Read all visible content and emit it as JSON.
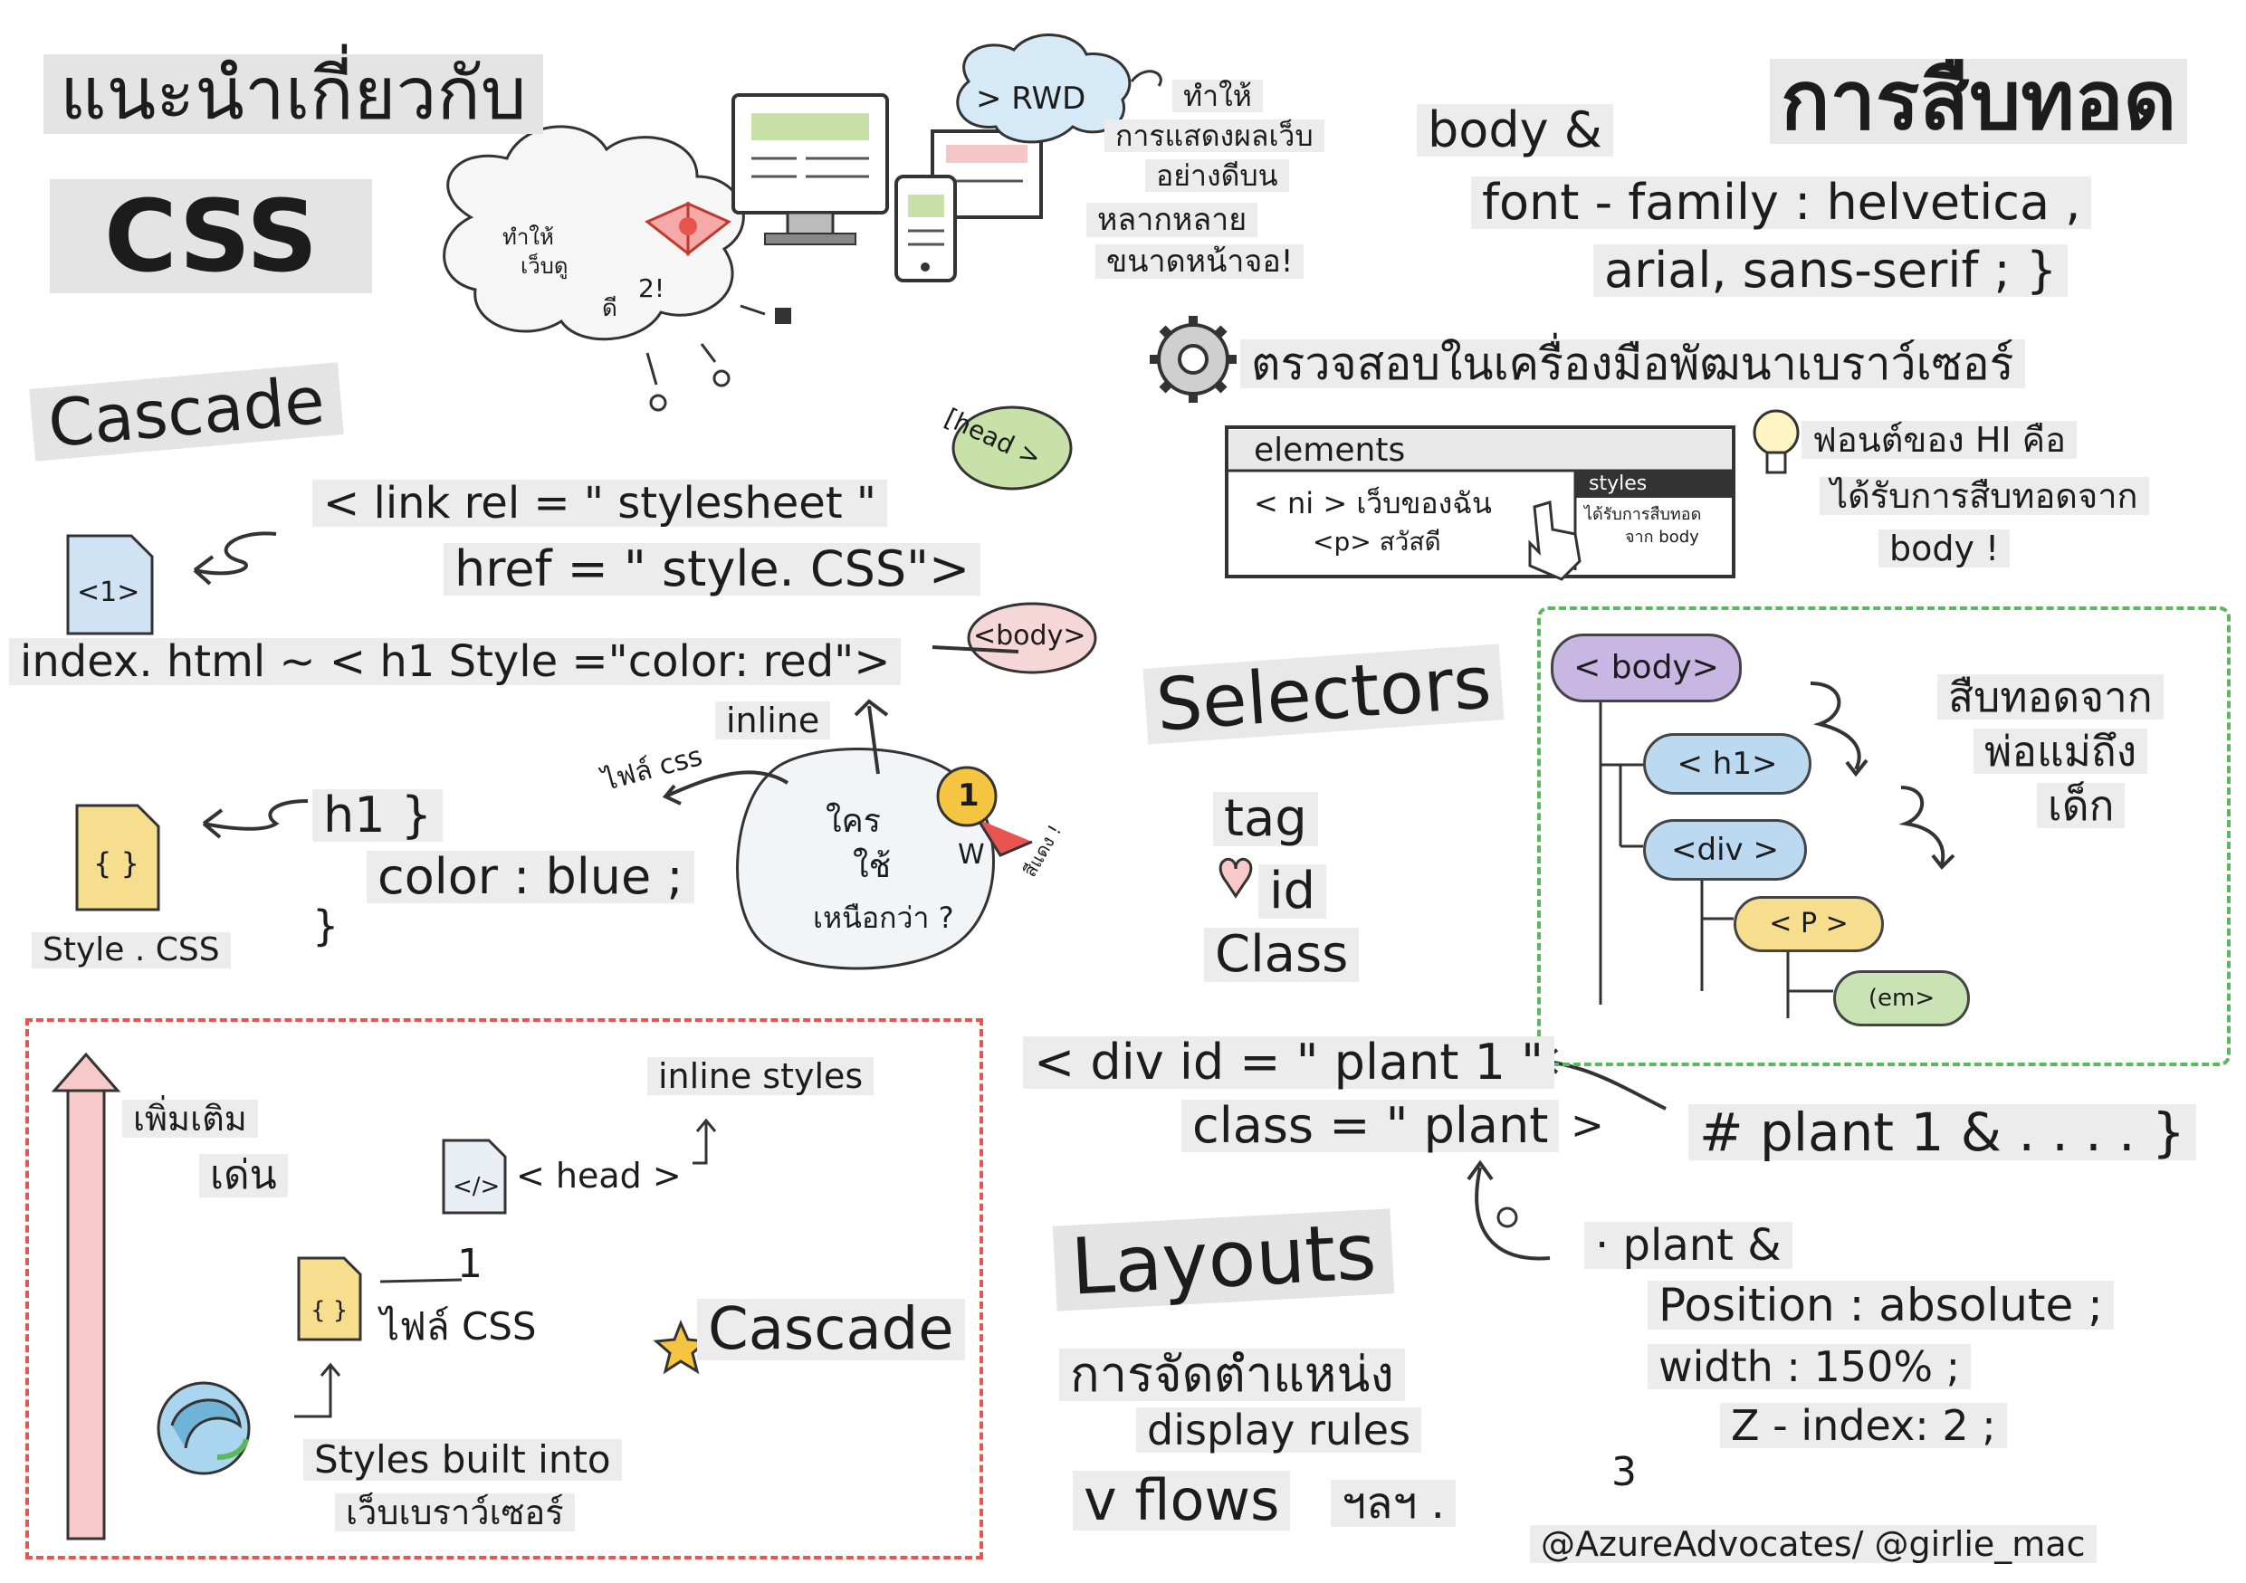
{
  "title": {
    "line1": "แนะนำเกี่ยวกับ",
    "line2": "CSS"
  },
  "rwd": {
    "tag": "> RWD",
    "caption": [
      "ทำให้",
      "การแสดงผลเว็บ",
      "อย่างดีบน",
      "หลากหลาย",
      "ขนาดหน้าจอ!"
    ]
  },
  "cloud": {
    "lines": [
      "ทำให้",
      "เว็บดู",
      "ดี",
      "2!"
    ]
  },
  "inherit": {
    "title": "การสืบทอด",
    "code": [
      "body &",
      "font - family : helvetica ,",
      "arial, sans-serif ; }"
    ],
    "devtools_heading": "ตรวจสอบในเครื่องมือพัฒนาเบราว์เซอร์",
    "devtools": {
      "elements_label": "elements",
      "row1": "< ni > เว็บของฉัน",
      "row2": "<p> สวัสดี",
      "styles_label": "styles",
      "styles_note1": "ได้รับการสืบทอด",
      "styles_note2": "จาก body"
    },
    "note": [
      "ฟอนต์ของ HI คือ",
      "ได้รับการสืบทอดจาก",
      "body !"
    ]
  },
  "cascade": {
    "heading": "Cascade",
    "head_bubble": "[head >",
    "link_line1": "< link rel = \" stylesheet \"",
    "link_line2": "href = \" style. CSS\">",
    "file1_label": "<1>",
    "index_line": "index. html ~ < h1 Style =\"color: red\">",
    "body_bubble": "<body>",
    "inline_label": "inline",
    "css_file_label": "ไฟล์ css",
    "who_wins": [
      "ใคร",
      "ใช้",
      "เหนือกว่า ?"
    ],
    "medal": "1",
    "winner_mark": "W",
    "red_note": "สีแดง !",
    "style_code": [
      "h1 }",
      "color : blue ;",
      "}"
    ],
    "style_file_icon": "{ }",
    "style_file_name": "Style . CSS"
  },
  "priority": {
    "arrow_label": [
      "เพิ่มเติม",
      "เด่น"
    ],
    "inline_styles": "inline styles",
    "head_label": "< head >",
    "head_icon": "</>",
    "number": "1",
    "css_file_icon": "{ }",
    "css_file_label": "ไฟล์ CSS",
    "cascade_label": "Cascade",
    "builtin_line1": "Styles built into",
    "builtin_line2": "เว็บเบราว์เซอร์"
  },
  "selectors": {
    "heading": "Selectors",
    "list": [
      "tag",
      "id",
      "Class"
    ],
    "tree": [
      "< body>",
      "< h1>",
      "<div >",
      "< P >",
      "(em>"
    ],
    "tree_note": [
      "สืบทอดจาก",
      "พ่อแม่ถึง",
      "เด็ก"
    ],
    "div_line1": "< div id = \" plant 1 \"",
    "div_line2": "class = \" plant",
    "div_close": ">",
    "id_rule": "# plant 1 & . . . . }",
    "class_rule": [
      "· plant &",
      "Position : absolute ;",
      "width : 150% ;",
      "Z - index: 2 ;",
      "3"
    ]
  },
  "layouts": {
    "heading": "Layouts",
    "items": [
      "การจัดตำแหน่ง",
      "display rules",
      "v flows",
      "ฯลฯ ."
    ]
  },
  "credit": "@AzureAdvocates/ @girlie_mac",
  "colors": {
    "red_border": "#e8554e",
    "green_border": "#5cb85c",
    "arrow_pink": "#f7c9c9",
    "body_purple": "#c9b7e3",
    "h1_blue": "#bcd9f2",
    "p_yellow": "#f7dd8e",
    "em_green": "#c9e3b5"
  }
}
